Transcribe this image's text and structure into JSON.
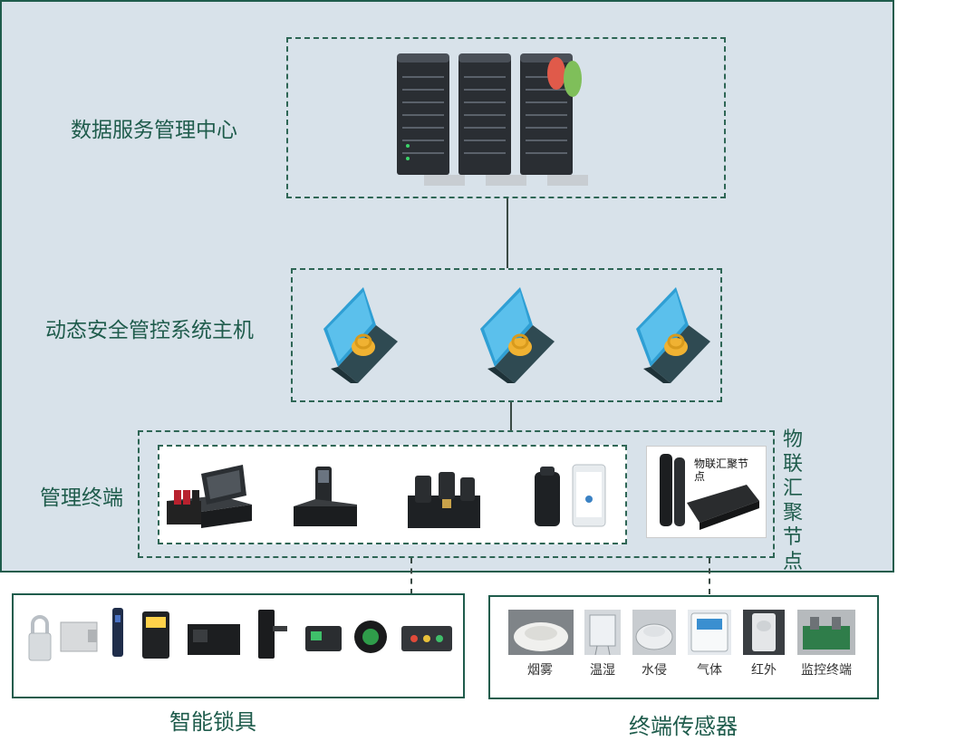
{
  "tiers": {
    "data_center": "数据服务管理中心",
    "system_host": "动态安全管控系统主机",
    "mgmt_terminal": "管理终端",
    "iot_node": "物联汇聚节点",
    "iot_node_device_label": "物联汇聚节点"
  },
  "groups": {
    "smart_locks": "智能锁具",
    "terminal_sensors": "终端传感器"
  },
  "sensors": [
    {
      "label": "烟雾"
    },
    {
      "label": "温湿"
    },
    {
      "label": "水侵"
    },
    {
      "label": "气体"
    },
    {
      "label": "红外"
    },
    {
      "label": "监控终端"
    }
  ],
  "icons": {
    "server": "server-rack-icon",
    "laptop": "laptop-lock-icon"
  }
}
